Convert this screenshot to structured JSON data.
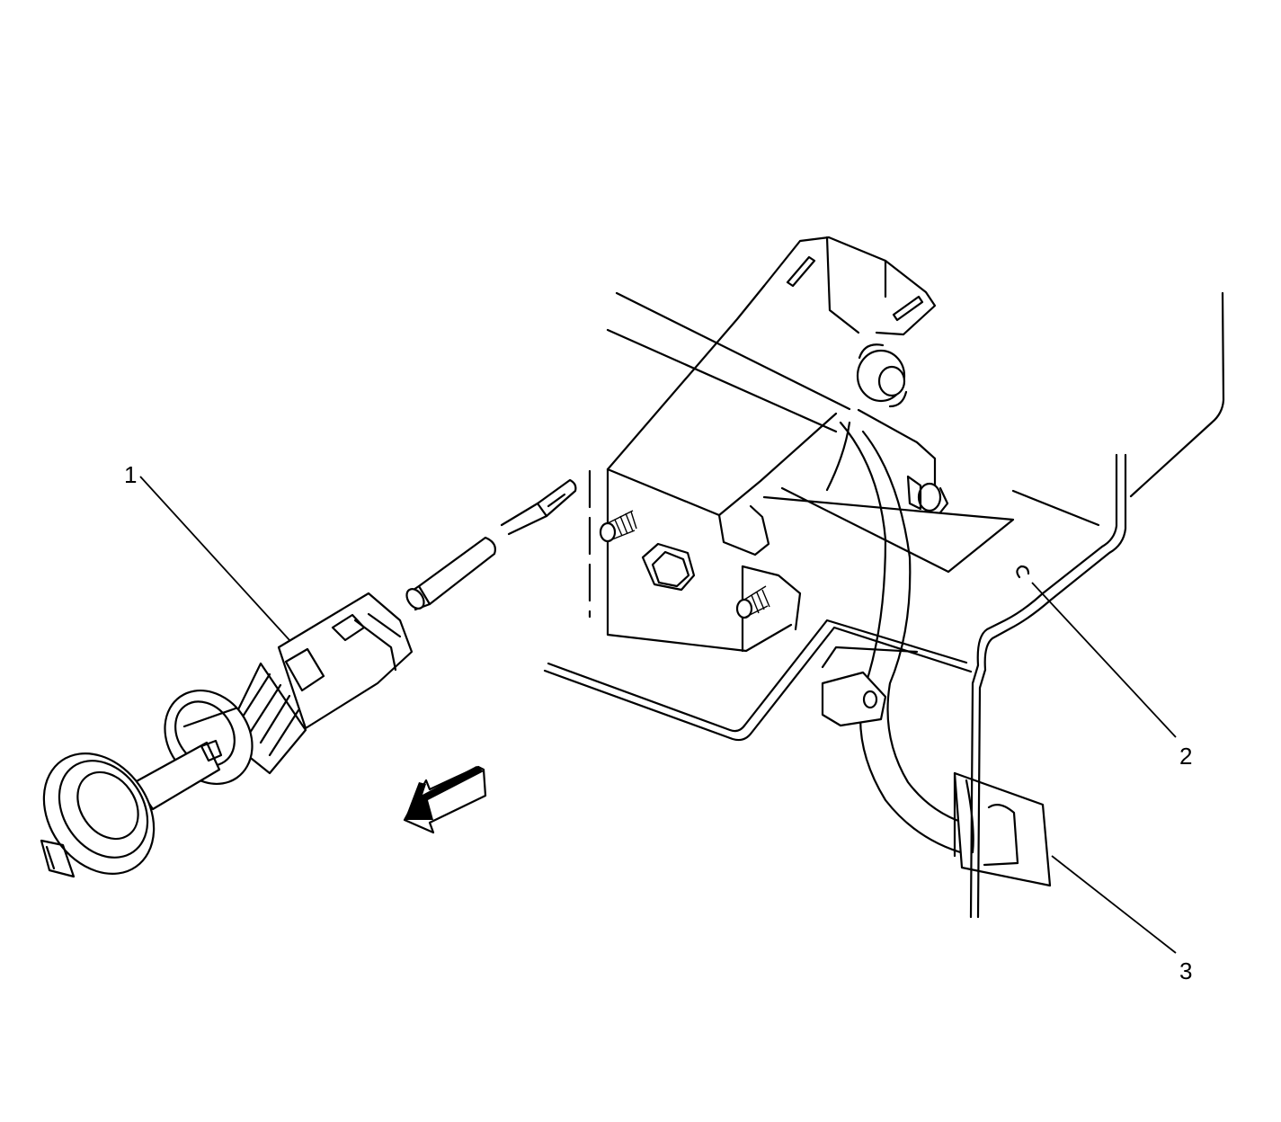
{
  "diagram": {
    "callouts": [
      {
        "id": "1",
        "label": "1"
      },
      {
        "id": "2",
        "label": "2"
      },
      {
        "id": "3",
        "label": "3"
      }
    ],
    "icons": [
      "direction-arrow-icon"
    ]
  }
}
